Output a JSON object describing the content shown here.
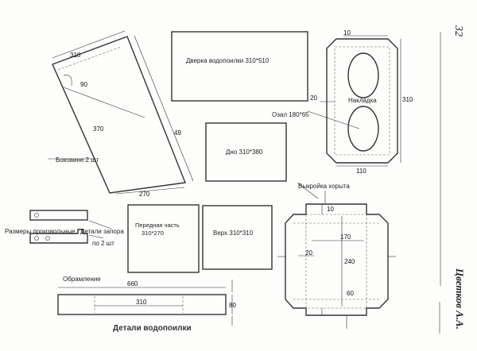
{
  "page_number": "32",
  "author": "Цветков А.А.",
  "caption": "Детали водопоилки",
  "parts": {
    "side": {
      "label": "Боковине 2 шт",
      "dim_top": "310",
      "dim_height": "370",
      "dim_slant": "49",
      "dim_bottom": "270",
      "angle": "90"
    },
    "door": {
      "label": "Дверка водопоилки 310*510"
    },
    "bottom": {
      "label": "Дно 310*380"
    },
    "front": {
      "label": "Передная часть 310*270"
    },
    "top": {
      "label": "Верх 310*310"
    },
    "lock_parts": {
      "label_a": "Размеры произвольные",
      "label_b": "Детали запора",
      "label_c": "по 2 шт"
    },
    "trim": {
      "label": "Обрамление",
      "dim_total": "660",
      "dim_inner": "310",
      "dim_height": "80"
    },
    "overlay": {
      "label": "Накладка",
      "oval_label": "Озал 180*65",
      "dim_top": "10",
      "dim_left": "20",
      "dim_height": "310",
      "dim_bottom": "110"
    },
    "trough": {
      "label": "Выкройка хорыта",
      "dim_top": "10",
      "dim_width": "170",
      "dim_height": "240",
      "dim_left": "20",
      "dim_bottom": "60"
    }
  }
}
